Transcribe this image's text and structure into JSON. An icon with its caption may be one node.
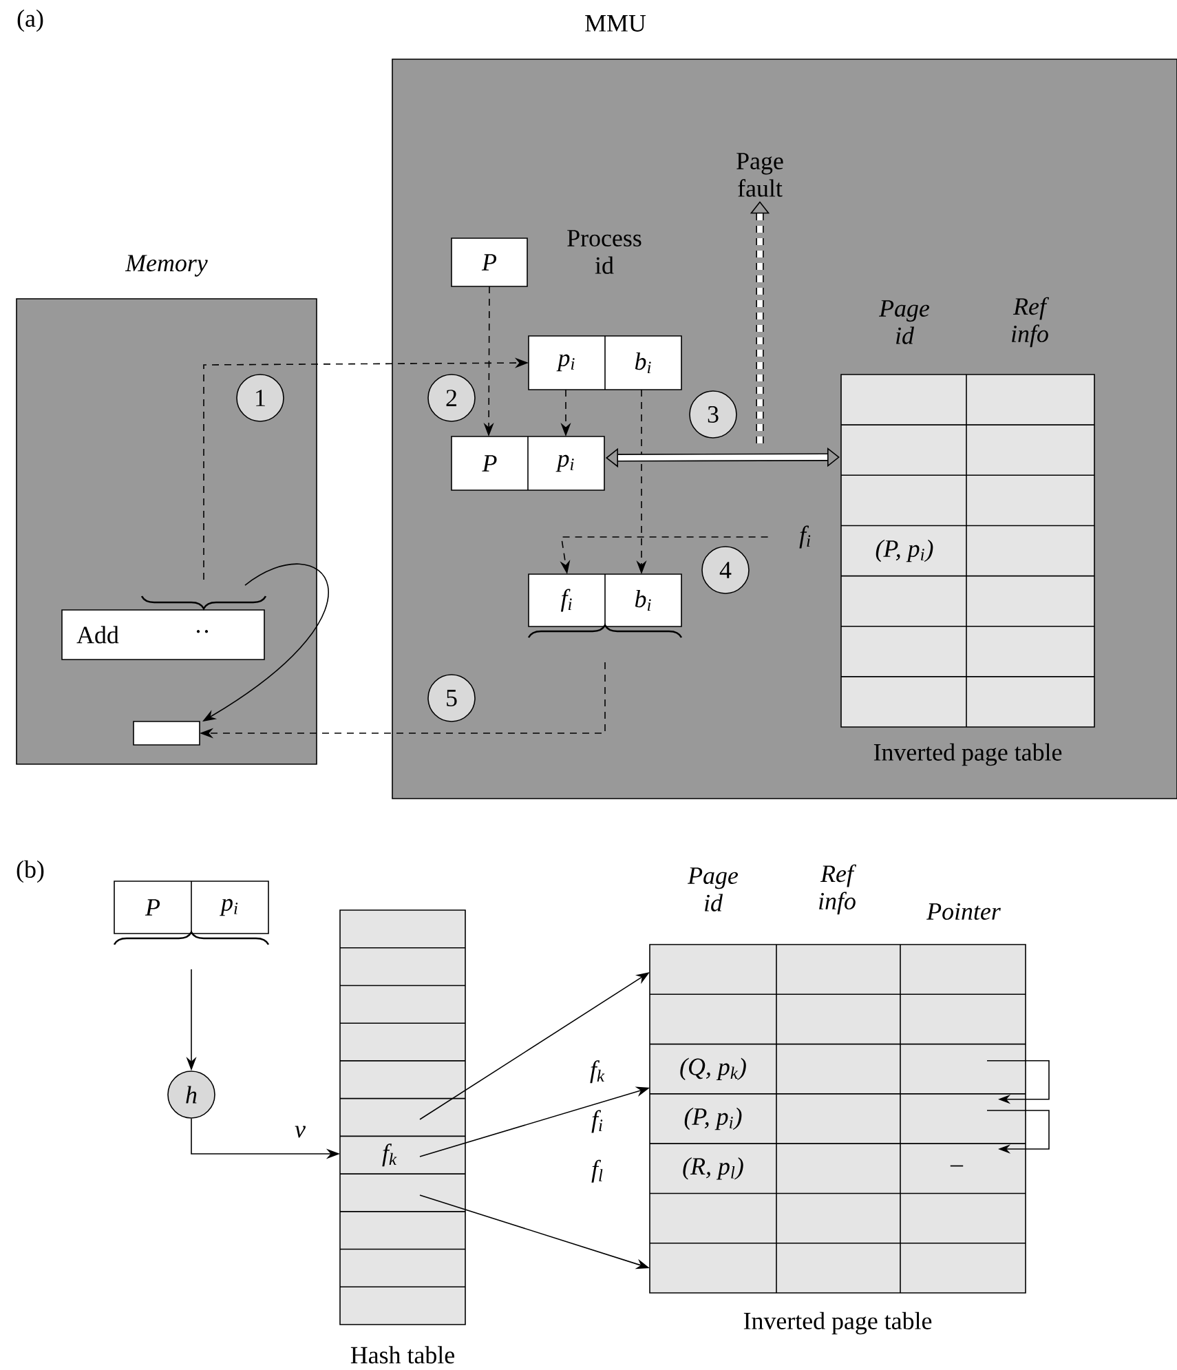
{
  "diagram": {
    "nodes": [
      {
        "text": [
          "MMU"
        ]
      },
      {
        "text": [
          "Memory"
        ]
      },
      {
        "text": [
          "Add",
          "··"
        ],
        "in": 1
      },
      {
        "text": [],
        "shape": "box",
        "in": 1
      },
      {
        "text": [
          "P"
        ],
        "beside": [
          "Process id"
        ],
        "in": 0
      },
      {
        "text": [
          "p$_{i}$",
          "b$_{i}$"
        ],
        "in": 0
      },
      {
        "text": [
          "P",
          "p$_{i}$"
        ],
        "in": 0
      },
      {
        "text": [
          "f$_{i}$",
          "b$_{i}$"
        ],
        "in": 0
      },
      {
        "text": [
          "Page id",
          "Ref info",
          "(P, p$_{i}$)",
          "Inverted page table"
        ],
        "in": 0
      },
      {
        "text": [
          "Page fault"
        ],
        "in": 0
      },
      {
        "text": [
          "f$_{i}$"
        ],
        "in": 0
      },
      {
        "text": [
          "1"
        ],
        "in": 1
      },
      {
        "text": [
          "2"
        ],
        "in": 0
      },
      {
        "text": [
          "3"
        ],
        "in": 0
      },
      {
        "text": [
          "4"
        ],
        "in": 0
      },
      {
        "text": [
          "5"
        ],
        "in": 0
      },
      {
        "text": [
          "P",
          "p$_{i}$"
        ]
      },
      {
        "text": [
          "h"
        ]
      },
      {
        "text": [
          "f$_{k}$",
          "Hash table"
        ]
      },
      {
        "text": [
          "Page id",
          "Ref info",
          "Pointer",
          "(Q, p$_{k}$)",
          "(P, p$_{i}$)",
          "(R, p$_{l}$)",
          "–",
          "Inverted page table"
        ],
        "beside": [
          "f$_{k}$",
          "f$_{i}$",
          "f$_{l}$"
        ]
      }
    ],
    "edges": [
      {
        "from": 2,
        "to": 5,
        "arrow": "to",
        "style": "dashed"
      },
      {
        "from": 4,
        "to": 6,
        "arrow": "to",
        "style": "dashed"
      },
      {
        "from": 5,
        "to": 6,
        "arrow": "to",
        "style": "dashed"
      },
      {
        "from": 5,
        "to": 7,
        "arrow": "to",
        "style": "dashed"
      },
      {
        "from": 6,
        "to": 8,
        "arrow": "both",
        "style": "thick"
      },
      {
        "from": null,
        "to": 9,
        "arrow": "to",
        "style": "dashed"
      },
      {
        "from": 10,
        "to": 7,
        "arrow": "to",
        "style": "dashed"
      },
      {
        "from": 7,
        "to": 3,
        "arrow": "to",
        "style": "dashed"
      },
      {
        "from": 2,
        "to": 3,
        "arrow": "to"
      },
      {
        "from": 16,
        "to": 17,
        "arrow": "to"
      },
      {
        "from": 17,
        "to": 18,
        "arrow": "to",
        "label": "v"
      },
      {
        "from": 18,
        "to": 19,
        "arrow": "to"
      },
      {
        "from": 18,
        "to": 19,
        "arrow": "to"
      },
      {
        "from": 18,
        "to": 19,
        "arrow": "to"
      }
    ],
    "labels": [
      "(a)",
      "(b)"
    ]
  }
}
